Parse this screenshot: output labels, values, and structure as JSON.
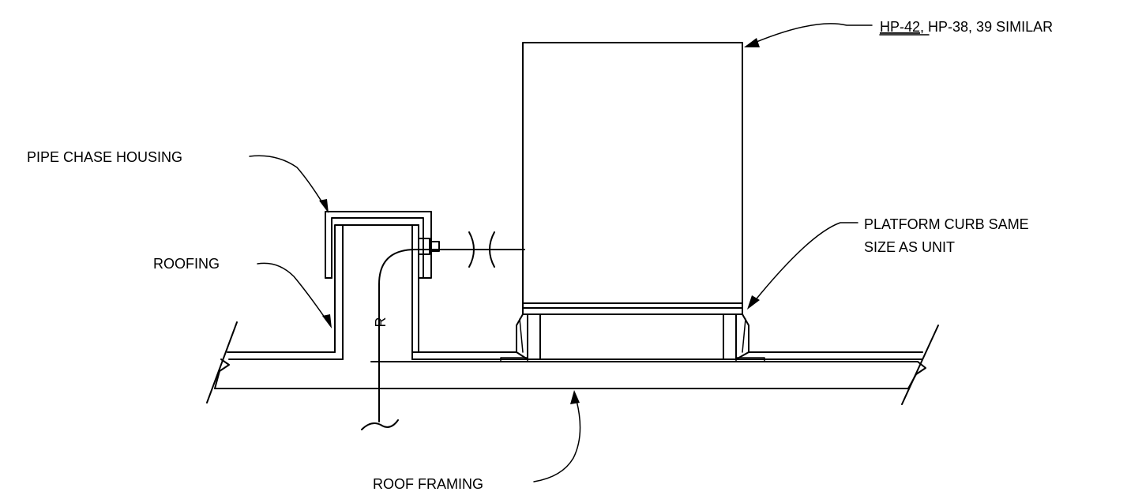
{
  "labels": {
    "unit_tag": "HP-42",
    "unit_note": ",  HP-38, 39 SIMILAR",
    "pipe_chase": "PIPE CHASE HOUSING",
    "roofing": "ROOFING",
    "curb_line1": "PLATFORM CURB SAME",
    "curb_line2": "SIZE AS UNIT",
    "framing": "ROOF FRAMING",
    "radius": "R"
  }
}
